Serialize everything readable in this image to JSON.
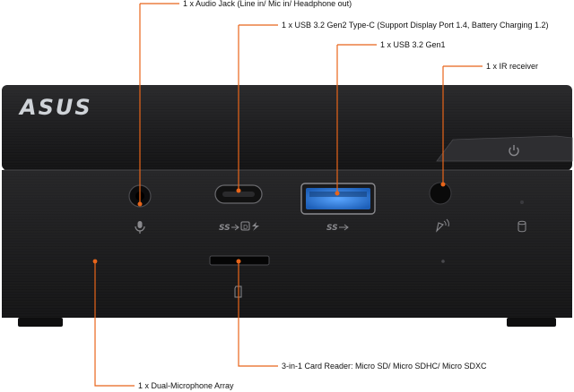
{
  "brand": {
    "logo_text": "ASUS"
  },
  "callouts": {
    "audio_jack": "1 x Audio Jack (Line in/ Mic in/ Headphone out)",
    "usb_type_c": "1 x USB 3.2 Gen2 Type-C (Support Display Port 1.4, Battery Charging 1.2)",
    "usb_a": "1 x USB 3.2 Gen1",
    "ir_receiver": "1 x IR receiver",
    "card_reader": "3-in-1 Card Reader: Micro SD/ Micro SDHC/ Micro SDXC",
    "microphone": "1 x Dual-Microphone Array"
  },
  "colors": {
    "accent": "#e8651a",
    "body": "#1c1c1e",
    "usb_blue": "#2f7fd6"
  },
  "icons": [
    "microphone-icon",
    "superspeed-usb-icon",
    "displayport-icon",
    "battery-charging-icon",
    "ir-icon",
    "power-icon",
    "drive-activity-icon",
    "sd-card-icon"
  ]
}
